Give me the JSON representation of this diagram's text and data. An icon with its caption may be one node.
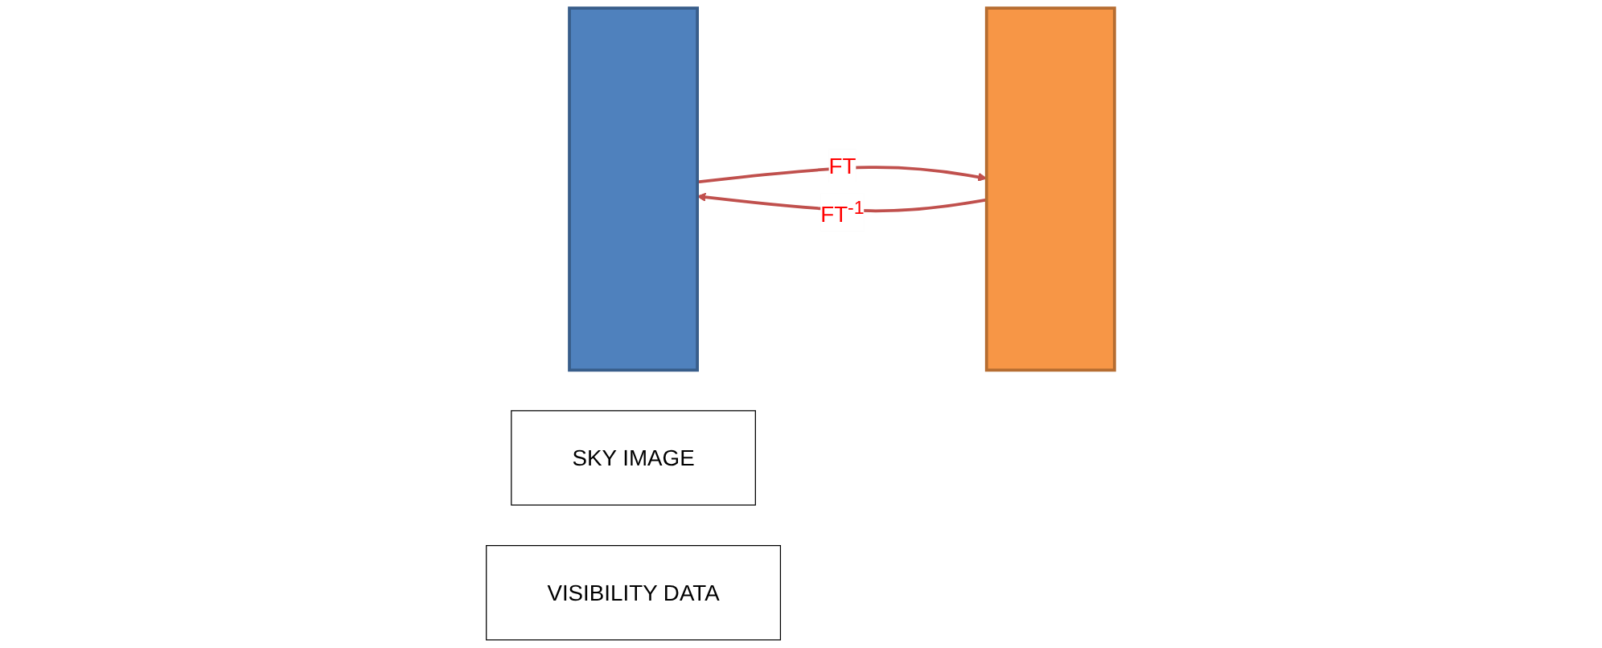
{
  "diagram": {
    "nodes": [
      {
        "text": [],
        "shape": "box"
      },
      {
        "text": [],
        "shape": "box"
      },
      {
        "text": [
          "SKY IMAGE"
        ]
      },
      {
        "text": [
          "VISIBILITY DATA"
        ]
      }
    ],
    "edges": [
      {
        "from": 0,
        "to": 1,
        "arrow": "to",
        "label": "FT"
      },
      {
        "from": 1,
        "to": 0,
        "arrow": "to",
        "label": "FT$^{-1}$"
      }
    ]
  }
}
